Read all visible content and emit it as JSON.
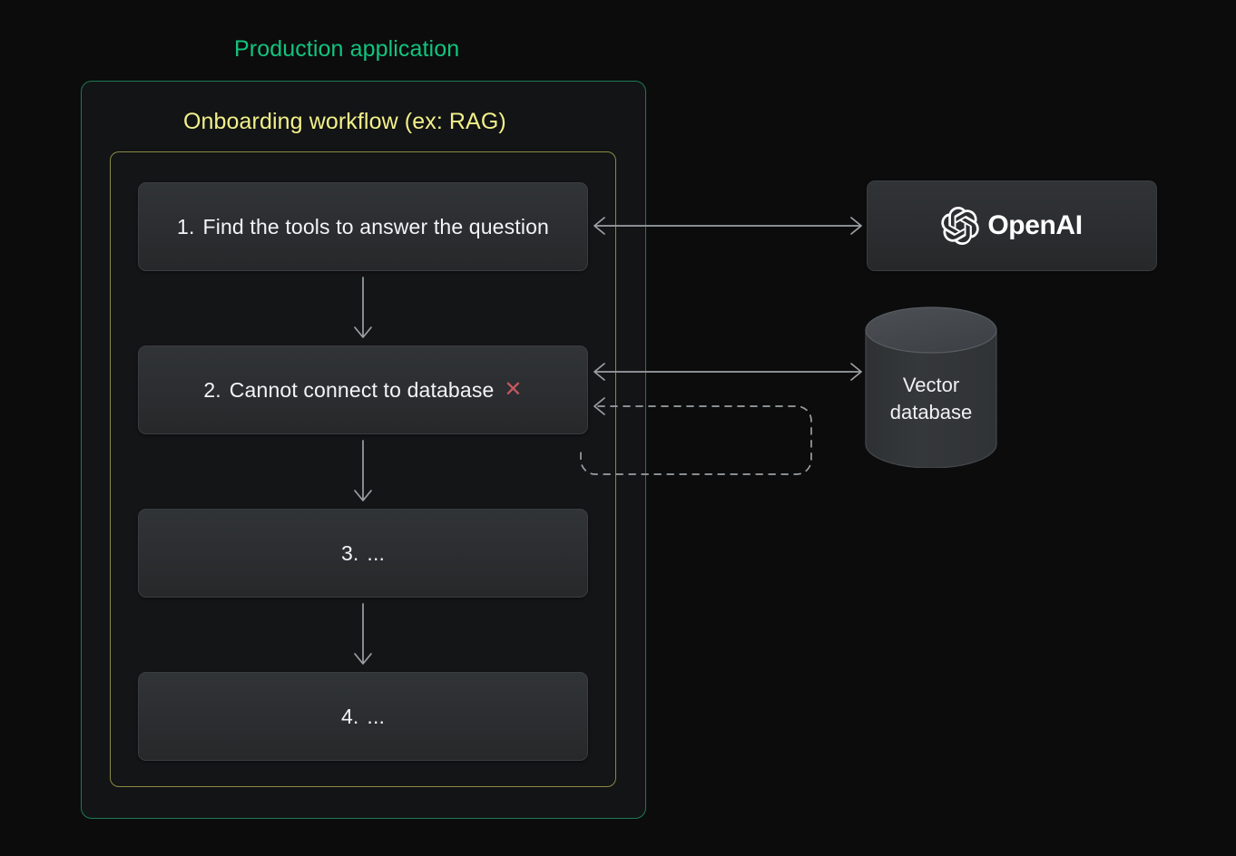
{
  "diagram": {
    "background_color": "#0c0c0d",
    "outer_container": {
      "label": "Production application",
      "border_color": "#1c7a54",
      "label_color": "#11c47e"
    },
    "inner_container": {
      "label": "Onboarding workflow (ex: RAG)",
      "border_color": "#8a8a45",
      "label_color": "#f2f08a"
    },
    "steps": [
      {
        "number": "1.",
        "text": "Find the tools to answer the question",
        "status": ""
      },
      {
        "number": "2.",
        "text": "Cannot connect to database",
        "status": "✕",
        "status_color": "#c4575f"
      },
      {
        "number": "3.",
        "text": "...",
        "status": ""
      },
      {
        "number": "4.",
        "text": "...",
        "status": ""
      }
    ],
    "nodes": {
      "openai": {
        "label": "OpenAI",
        "icon": "openai-blossom-icon"
      },
      "vector_database": {
        "line1": "Vector",
        "line2": "database",
        "icon": "database-cylinder-icon"
      }
    },
    "connectors": [
      {
        "name": "step1-openai",
        "style": "solid",
        "arrows": "both"
      },
      {
        "name": "step2-vector-database",
        "style": "solid",
        "arrows": "both"
      },
      {
        "name": "retry-feedback-loop",
        "style": "dashed",
        "arrows": "left"
      }
    ]
  }
}
